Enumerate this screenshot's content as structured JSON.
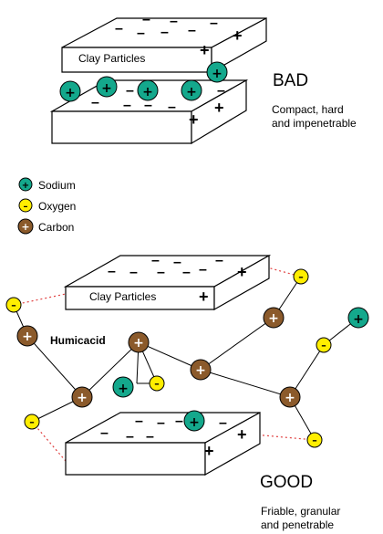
{
  "bad": {
    "heading": "BAD",
    "desc_line1": "Compact, hard",
    "desc_line2": "and impenetrable",
    "clay_label": "Clay Particles"
  },
  "legend": {
    "sodium": "Sodium",
    "oxygen": "Oxygen",
    "carbon": "Carbon"
  },
  "good": {
    "heading": "GOOD",
    "desc_line1": "Friable, granular",
    "desc_line2": "and penetrable",
    "clay_label": "Clay Particles",
    "humic_label": "Humicacid"
  },
  "symbols": {
    "plus": "+",
    "minus": "–"
  },
  "colors": {
    "sodium": "#14a88c",
    "oxygen": "#ffee00",
    "carbon": "#8b5a2b",
    "bond": "#000000",
    "link": "#e04040"
  }
}
